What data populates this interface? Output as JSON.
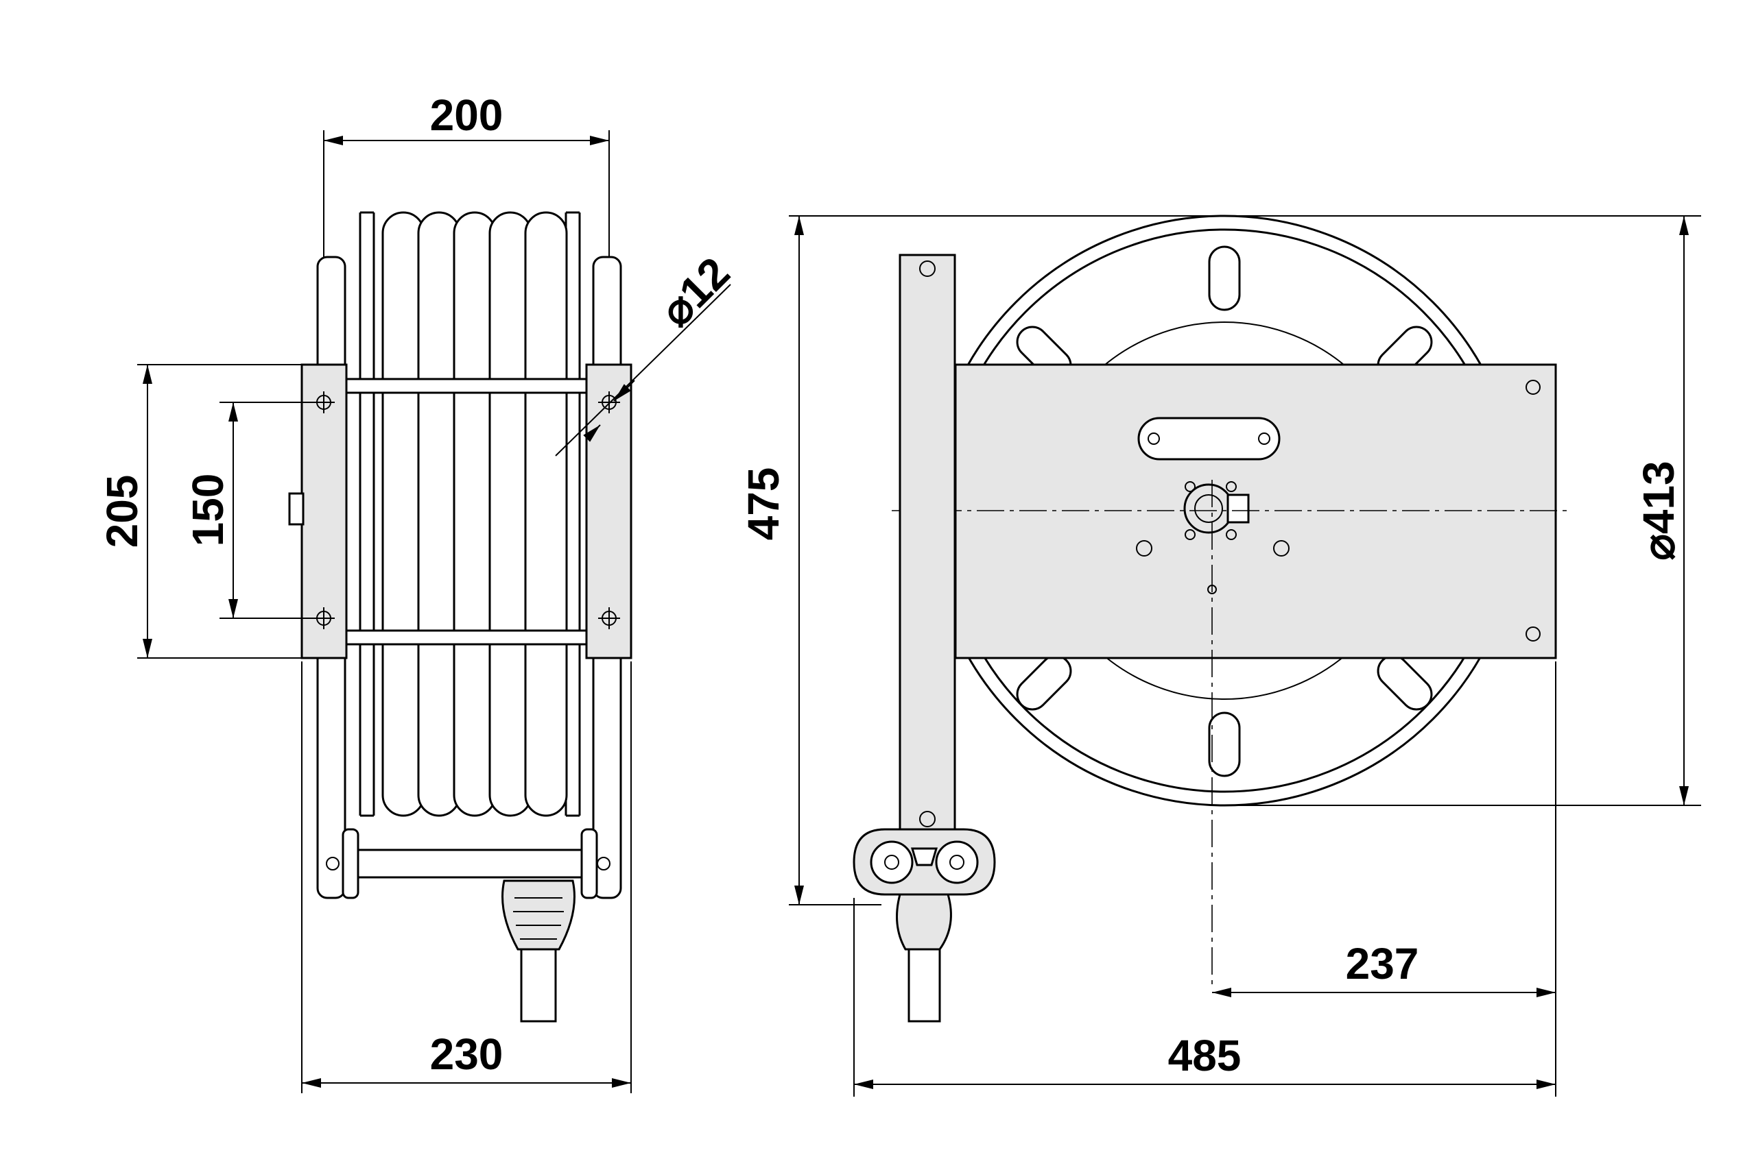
{
  "dimensions": {
    "width_200": "200",
    "width_230": "230",
    "height_205": "205",
    "height_150": "150",
    "hole_12": "12",
    "height_475": "475",
    "diameter_413": "413",
    "offset_237": "237",
    "length_485": "485"
  },
  "symbols": {
    "diameter": "⌀"
  }
}
